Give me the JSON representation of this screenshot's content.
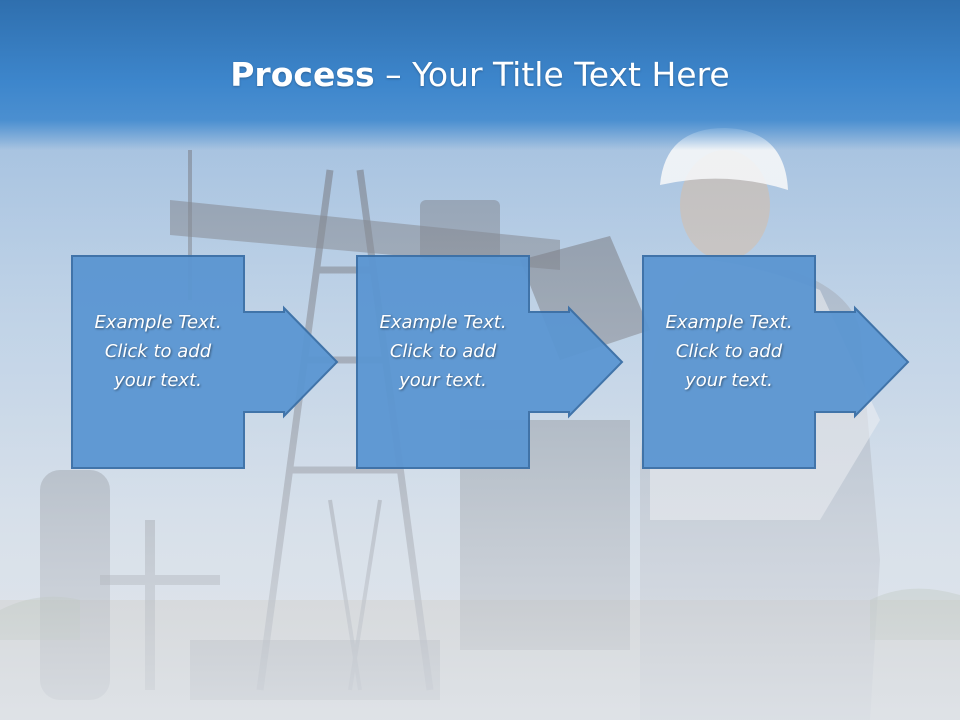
{
  "slide": {
    "title_bold": "Process",
    "title_rest": " – Your Title Text Here",
    "background": "oil-field-engineer-photo"
  },
  "colors": {
    "title_band": "#3d86cc",
    "box_fill": "#5b96d2",
    "box_border": "#3a6fa6",
    "text": "#ffffff"
  },
  "steps": [
    {
      "line1": "Example Text.",
      "line2": "Click  to add",
      "line3": "your text."
    },
    {
      "line1": "Example Text.",
      "line2": "Click  to add",
      "line3": "your text."
    },
    {
      "line1": "Example Text.",
      "line2": "Click  to add",
      "line3": "your text."
    }
  ]
}
